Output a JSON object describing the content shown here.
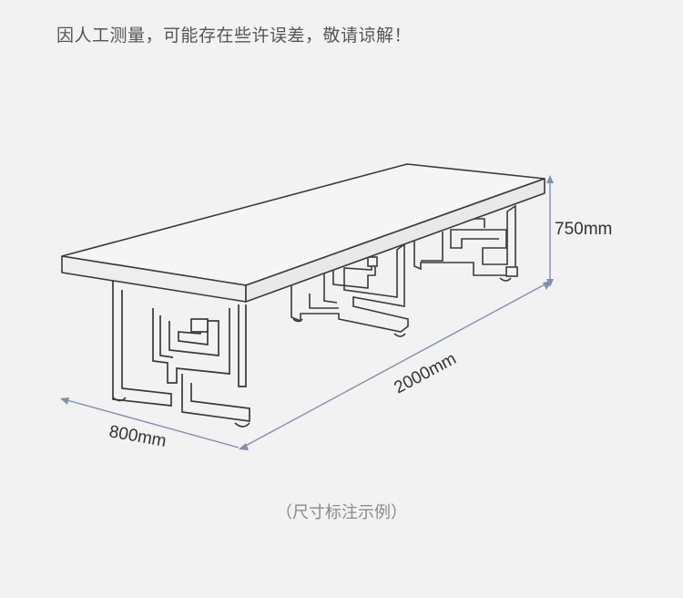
{
  "notice": "因人工测量，可能存在些许误差，敬请谅解！",
  "caption": "（尺寸标注示例）",
  "dimensions": {
    "height": "750mm",
    "length": "2000mm",
    "width": "800mm"
  },
  "colors": {
    "line": "#3a3a3a",
    "top_face": "#f5f5f5",
    "front_face": "#eeeeee",
    "dim_line": "#7f8fb0"
  }
}
